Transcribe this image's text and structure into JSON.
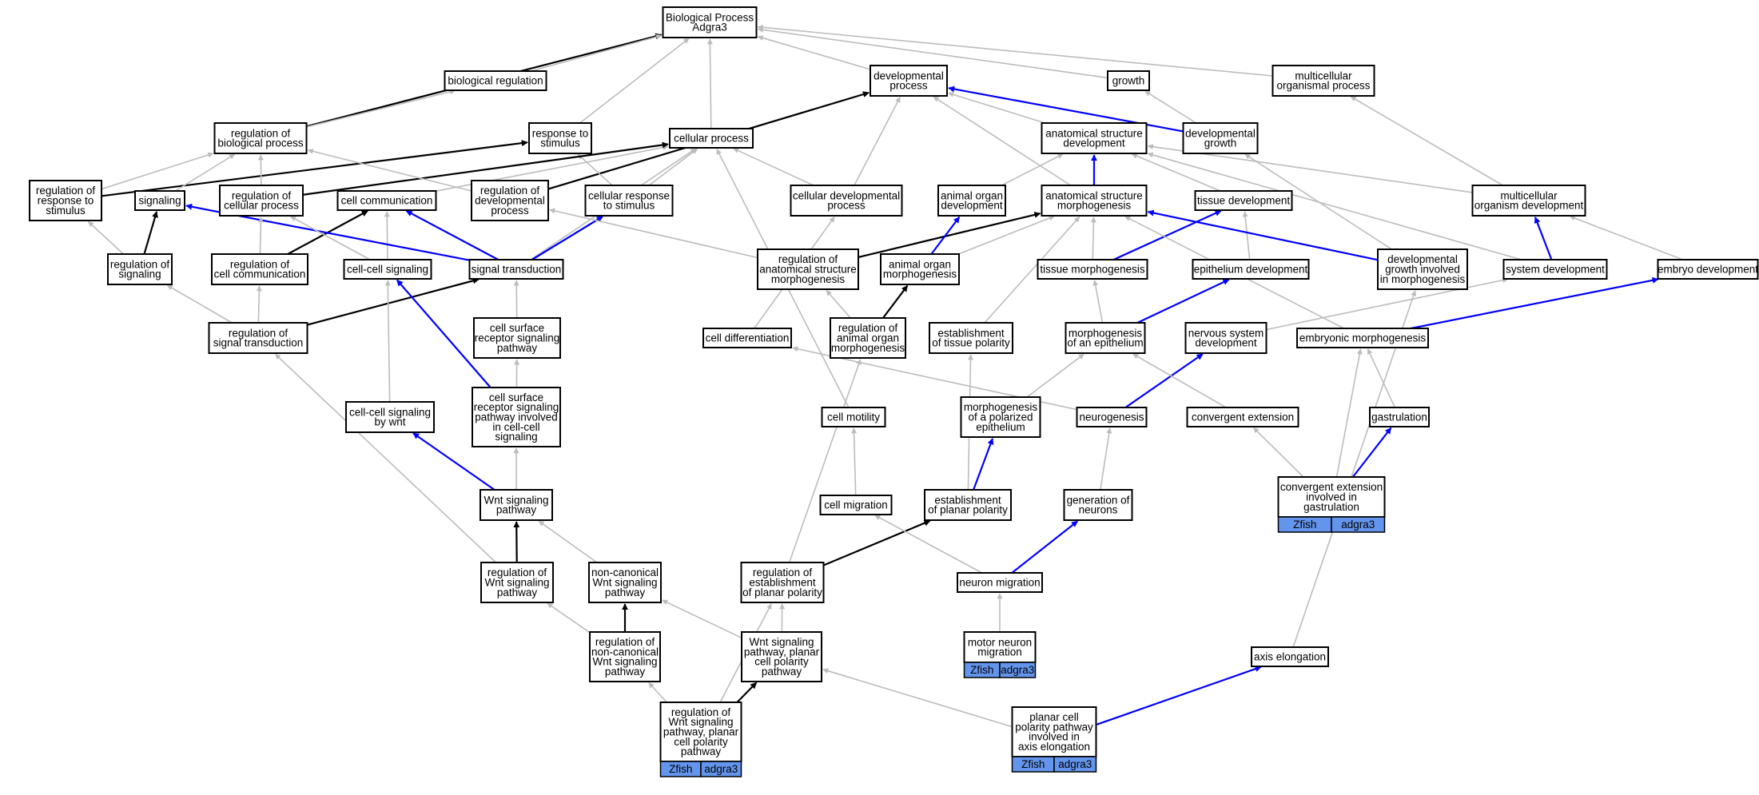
{
  "nodes": {
    "bp": {
      "lines": [
        "Biological Process",
        "Adgra3"
      ]
    },
    "breg": {
      "lines": [
        "biological regulation"
      ]
    },
    "dev": {
      "lines": [
        "developmental",
        "process"
      ]
    },
    "grow": {
      "lines": [
        "growth"
      ]
    },
    "mcop": {
      "lines": [
        "multicellular",
        "organismal process"
      ]
    },
    "rbp": {
      "lines": [
        "regulation of",
        "biological process"
      ]
    },
    "rts": {
      "lines": [
        "response to",
        "stimulus"
      ]
    },
    "cp": {
      "lines": [
        "cellular process"
      ]
    },
    "asd": {
      "lines": [
        "anatomical structure",
        "development"
      ]
    },
    "dg": {
      "lines": [
        "developmental",
        "growth"
      ]
    },
    "rrs": {
      "lines": [
        "regulation of",
        "response to",
        "stimulus"
      ]
    },
    "sig": {
      "lines": [
        "signaling"
      ]
    },
    "rcp": {
      "lines": [
        "regulation of",
        "cellular process"
      ]
    },
    "cc": {
      "lines": [
        "cell communication"
      ]
    },
    "rdp": {
      "lines": [
        "regulation of",
        "developmental",
        "process"
      ]
    },
    "crs": {
      "lines": [
        "cellular response",
        "to stimulus"
      ]
    },
    "cdp": {
      "lines": [
        "cellular developmental",
        "process"
      ]
    },
    "aod": {
      "lines": [
        "animal organ",
        "development"
      ]
    },
    "asm": {
      "lines": [
        "anatomical structure",
        "morphogenesis"
      ]
    },
    "td": {
      "lines": [
        "tissue development"
      ]
    },
    "mod": {
      "lines": [
        "multicellular",
        "organism development"
      ]
    },
    "rsg": {
      "lines": [
        "regulation of",
        "signaling"
      ]
    },
    "rcc": {
      "lines": [
        "regulation of",
        "cell communication"
      ]
    },
    "ccs": {
      "lines": [
        "cell-cell signaling"
      ]
    },
    "st": {
      "lines": [
        "signal transduction"
      ]
    },
    "rasm": {
      "lines": [
        "regulation of",
        "anatomical structure",
        "morphogenesis"
      ]
    },
    "aom": {
      "lines": [
        "animal organ",
        "morphogenesis"
      ]
    },
    "tm": {
      "lines": [
        "tissue morphogenesis"
      ]
    },
    "ed": {
      "lines": [
        "epithelium development"
      ]
    },
    "dgm": {
      "lines": [
        "developmental",
        "growth involved",
        "in morphogenesis"
      ]
    },
    "sd": {
      "lines": [
        "system development"
      ]
    },
    "emd": {
      "lines": [
        "embryo development"
      ]
    },
    "rst": {
      "lines": [
        "regulation of",
        "signal transduction"
      ]
    },
    "csr": {
      "lines": [
        "cell surface",
        "receptor signaling",
        "pathway"
      ]
    },
    "cdf": {
      "lines": [
        "cell differentiation"
      ]
    },
    "raom": {
      "lines": [
        "regulation of",
        "animal organ",
        "morphogenesis"
      ]
    },
    "etp": {
      "lines": [
        "establishment",
        "of tissue polarity"
      ]
    },
    "moe": {
      "lines": [
        "morphogenesis",
        "of an epithelium"
      ]
    },
    "nsd": {
      "lines": [
        "nervous system",
        "development"
      ]
    },
    "emm": {
      "lines": [
        "embryonic morphogenesis"
      ]
    },
    "ccsw": {
      "lines": [
        "cell-cell signaling",
        "by wnt"
      ]
    },
    "csri": {
      "lines": [
        "cell surface",
        "receptor signaling",
        "pathway involved",
        "in cell-cell",
        "signaling"
      ]
    },
    "cmot": {
      "lines": [
        "cell motility"
      ]
    },
    "mpe": {
      "lines": [
        "morphogenesis",
        "of a polarized",
        "epithelium"
      ]
    },
    "ng": {
      "lines": [
        "neurogenesis"
      ]
    },
    "ce": {
      "lines": [
        "convergent extension"
      ]
    },
    "gas": {
      "lines": [
        "gastrulation"
      ]
    },
    "wnt": {
      "lines": [
        "Wnt signaling",
        "pathway"
      ]
    },
    "cmig": {
      "lines": [
        "cell migration"
      ]
    },
    "epp": {
      "lines": [
        "establishment",
        "of planar polarity"
      ]
    },
    "gon": {
      "lines": [
        "generation of",
        "neurons"
      ]
    },
    "ceg": {
      "lines": [
        "convergent extension",
        "involved in",
        "gastrulation"
      ],
      "ann": [
        "Zfish",
        "adgra3"
      ]
    },
    "rwnt": {
      "lines": [
        "regulation of",
        "Wnt signaling",
        "pathway"
      ]
    },
    "ncw": {
      "lines": [
        "non-canonical",
        "Wnt signaling",
        "pathway"
      ]
    },
    "repp": {
      "lines": [
        "regulation of",
        "establishment",
        "of planar polarity"
      ]
    },
    "nm": {
      "lines": [
        "neuron migration"
      ]
    },
    "rncw": {
      "lines": [
        "regulation of",
        "non-canonical",
        "Wnt signaling",
        "pathway"
      ]
    },
    "wpcp": {
      "lines": [
        "Wnt signaling",
        "pathway, planar",
        "cell polarity",
        "pathway"
      ]
    },
    "mnm": {
      "lines": [
        "motor neuron",
        "migration"
      ],
      "ann": [
        "Zfish",
        "adgra3"
      ]
    },
    "ae": {
      "lines": [
        "axis elongation"
      ]
    },
    "rwpcp": {
      "lines": [
        "regulation of",
        "Wnt signaling",
        "pathway, planar",
        "cell polarity",
        "pathway"
      ],
      "ann": [
        "Zfish",
        "adgra3"
      ]
    },
    "pcp": {
      "lines": [
        "planar cell",
        "polarity pathway",
        "involved in",
        "axis elongation"
      ],
      "ann": [
        "Zfish",
        "adgra3"
      ]
    }
  },
  "edge_colors": {
    "black": "#000000",
    "blue": "#0000ff",
    "gray": "#bcbcbc",
    "annotation": "#6495ed"
  },
  "edges": [
    [
      "rbp",
      "bp",
      "black"
    ],
    [
      "breg",
      "bp",
      "gray"
    ],
    [
      "rts",
      "bp",
      "gray"
    ],
    [
      "cp",
      "bp",
      "gray"
    ],
    [
      "dev",
      "bp",
      "gray"
    ],
    [
      "grow",
      "bp",
      "gray"
    ],
    [
      "mcop",
      "bp",
      "gray"
    ],
    [
      "rbp",
      "breg",
      "gray"
    ],
    [
      "asd",
      "dev",
      "gray"
    ],
    [
      "dg",
      "dev",
      "blue"
    ],
    [
      "dg",
      "grow",
      "gray"
    ],
    [
      "rdp",
      "dev",
      "black"
    ],
    [
      "cdp",
      "dev",
      "gray"
    ],
    [
      "asm",
      "dev",
      "gray"
    ],
    [
      "rrs",
      "rts",
      "black"
    ],
    [
      "crs",
      "rts",
      "gray"
    ],
    [
      "crs",
      "cp",
      "gray"
    ],
    [
      "cdp",
      "cp",
      "gray"
    ],
    [
      "cc",
      "cp",
      "gray"
    ],
    [
      "rcp",
      "cp",
      "black"
    ],
    [
      "st",
      "cp",
      "gray"
    ],
    [
      "cmot",
      "cp",
      "gray"
    ],
    [
      "rrs",
      "rbp",
      "gray"
    ],
    [
      "sig",
      "rbp",
      "gray"
    ],
    [
      "rcp",
      "rbp",
      "gray"
    ],
    [
      "rdp",
      "rbp",
      "gray"
    ],
    [
      "aod",
      "asd",
      "gray"
    ],
    [
      "asm",
      "asd",
      "blue"
    ],
    [
      "td",
      "asd",
      "gray"
    ],
    [
      "sd",
      "asd",
      "gray"
    ],
    [
      "mod",
      "asd",
      "gray"
    ],
    [
      "mod",
      "mcop",
      "gray"
    ],
    [
      "dgm",
      "dg",
      "gray"
    ],
    [
      "rsg",
      "sig",
      "black"
    ],
    [
      "rcc",
      "cc",
      "black"
    ],
    [
      "ccs",
      "cc",
      "gray"
    ],
    [
      "st",
      "cc",
      "blue"
    ],
    [
      "st",
      "crs",
      "blue"
    ],
    [
      "st",
      "sig",
      "blue"
    ],
    [
      "ccs",
      "rcp",
      "gray"
    ],
    [
      "rcc",
      "rcp",
      "gray"
    ],
    [
      "rsg",
      "rrs",
      "gray"
    ],
    [
      "rasm",
      "asm",
      "black"
    ],
    [
      "aom",
      "aod",
      "blue"
    ],
    [
      "aom",
      "asm",
      "gray"
    ],
    [
      "tm",
      "asm",
      "gray"
    ],
    [
      "tm",
      "td",
      "blue"
    ],
    [
      "ed",
      "td",
      "gray"
    ],
    [
      "dgm",
      "asm",
      "blue"
    ],
    [
      "sd",
      "mod",
      "blue"
    ],
    [
      "emd",
      "mod",
      "gray"
    ],
    [
      "rst",
      "st",
      "black"
    ],
    [
      "rst",
      "rsg",
      "gray"
    ],
    [
      "rst",
      "rcc",
      "gray"
    ],
    [
      "rasm",
      "rdp",
      "gray"
    ],
    [
      "csr",
      "st",
      "gray"
    ],
    [
      "cdf",
      "cdp",
      "gray"
    ],
    [
      "raom",
      "aom",
      "black"
    ],
    [
      "raom",
      "rasm",
      "gray"
    ],
    [
      "etp",
      "asm",
      "gray"
    ],
    [
      "moe",
      "tm",
      "gray"
    ],
    [
      "moe",
      "ed",
      "blue"
    ],
    [
      "nsd",
      "sd",
      "gray"
    ],
    [
      "emm",
      "asm",
      "gray"
    ],
    [
      "emm",
      "emd",
      "blue"
    ],
    [
      "csri",
      "csr",
      "gray"
    ],
    [
      "csri",
      "ccs",
      "blue"
    ],
    [
      "ccsw",
      "ccs",
      "gray"
    ],
    [
      "ng",
      "cdf",
      "gray"
    ],
    [
      "ng",
      "nsd",
      "blue"
    ],
    [
      "mpe",
      "moe",
      "gray"
    ],
    [
      "ce",
      "moe",
      "gray"
    ],
    [
      "wnt",
      "ccsw",
      "blue"
    ],
    [
      "wnt",
      "csri",
      "gray"
    ],
    [
      "cmig",
      "cmot",
      "gray"
    ],
    [
      "epp",
      "etp",
      "gray"
    ],
    [
      "epp",
      "mpe",
      "blue"
    ],
    [
      "gon",
      "ng",
      "gray"
    ],
    [
      "ceg",
      "ce",
      "gray"
    ],
    [
      "ceg",
      "emm",
      "gray"
    ],
    [
      "ceg",
      "gas",
      "blue"
    ],
    [
      "gas",
      "emm",
      "gray"
    ],
    [
      "rwnt",
      "wnt",
      "black"
    ],
    [
      "rwnt",
      "rst",
      "gray"
    ],
    [
      "ncw",
      "wnt",
      "gray"
    ],
    [
      "repp",
      "epp",
      "black"
    ],
    [
      "repp",
      "raom",
      "gray"
    ],
    [
      "nm",
      "cmig",
      "gray"
    ],
    [
      "nm",
      "gon",
      "blue"
    ],
    [
      "rncw",
      "ncw",
      "black"
    ],
    [
      "rncw",
      "rwnt",
      "gray"
    ],
    [
      "wpcp",
      "ncw",
      "gray"
    ],
    [
      "wpcp",
      "repp",
      "gray"
    ],
    [
      "mnm",
      "nm",
      "gray"
    ],
    [
      "rwpcp",
      "wpcp",
      "black"
    ],
    [
      "rwpcp",
      "rncw",
      "gray"
    ],
    [
      "rwpcp",
      "repp",
      "gray"
    ],
    [
      "pcp",
      "wpcp",
      "gray"
    ],
    [
      "pcp",
      "ae",
      "blue"
    ],
    [
      "ae",
      "dgm",
      "gray"
    ]
  ]
}
